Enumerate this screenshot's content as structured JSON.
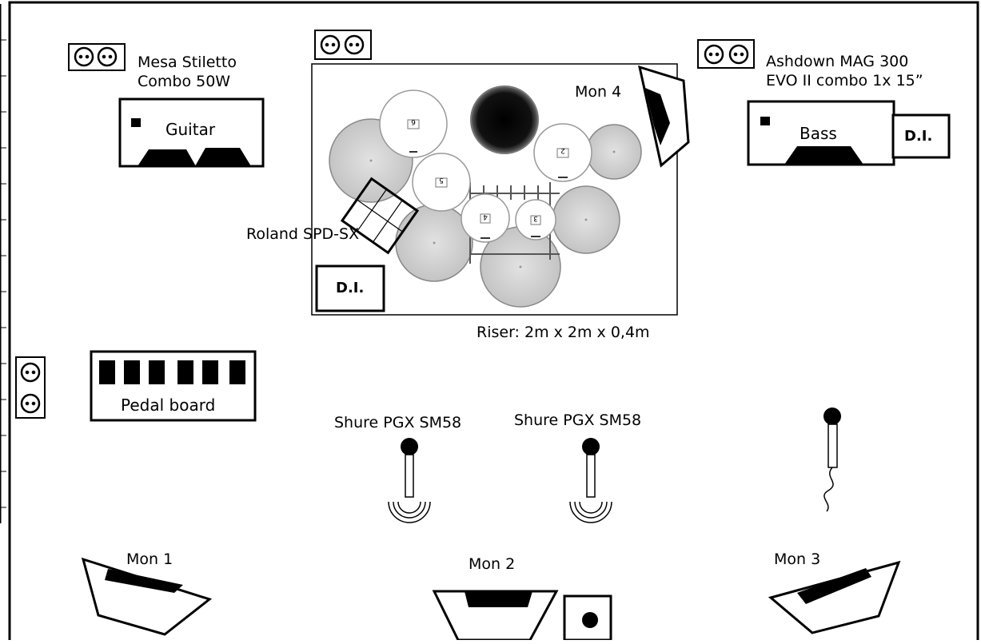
{
  "amps": {
    "guitar": {
      "model_line1": "Mesa Stiletto",
      "model_line2": "Combo 50W",
      "label": "Guitar"
    },
    "bass": {
      "model_line1": "Ashdown MAG 300",
      "model_line2": "EVO II combo 1x 15”",
      "label": "Bass",
      "di_label": "D.I."
    }
  },
  "drums": {
    "riser_label": "Riser: 2m x 2m x 0,4m",
    "di_label": "D.I.",
    "pad_label": "Roland SPD-SX",
    "tom_labels": [
      "6",
      "5",
      "4",
      "3",
      "2"
    ]
  },
  "pedal_board": {
    "label": "Pedal board"
  },
  "mics": [
    {
      "label": "Shure PGX SM58"
    },
    {
      "label": "Shure PGX SM58"
    }
  ],
  "monitors": [
    "Mon 1",
    "Mon 2",
    "Mon 3",
    "Mon 4"
  ],
  "icons": [
    "power-outlet-icon",
    "wireless-signal-icon",
    "cable-icon",
    "speaker-icon"
  ]
}
